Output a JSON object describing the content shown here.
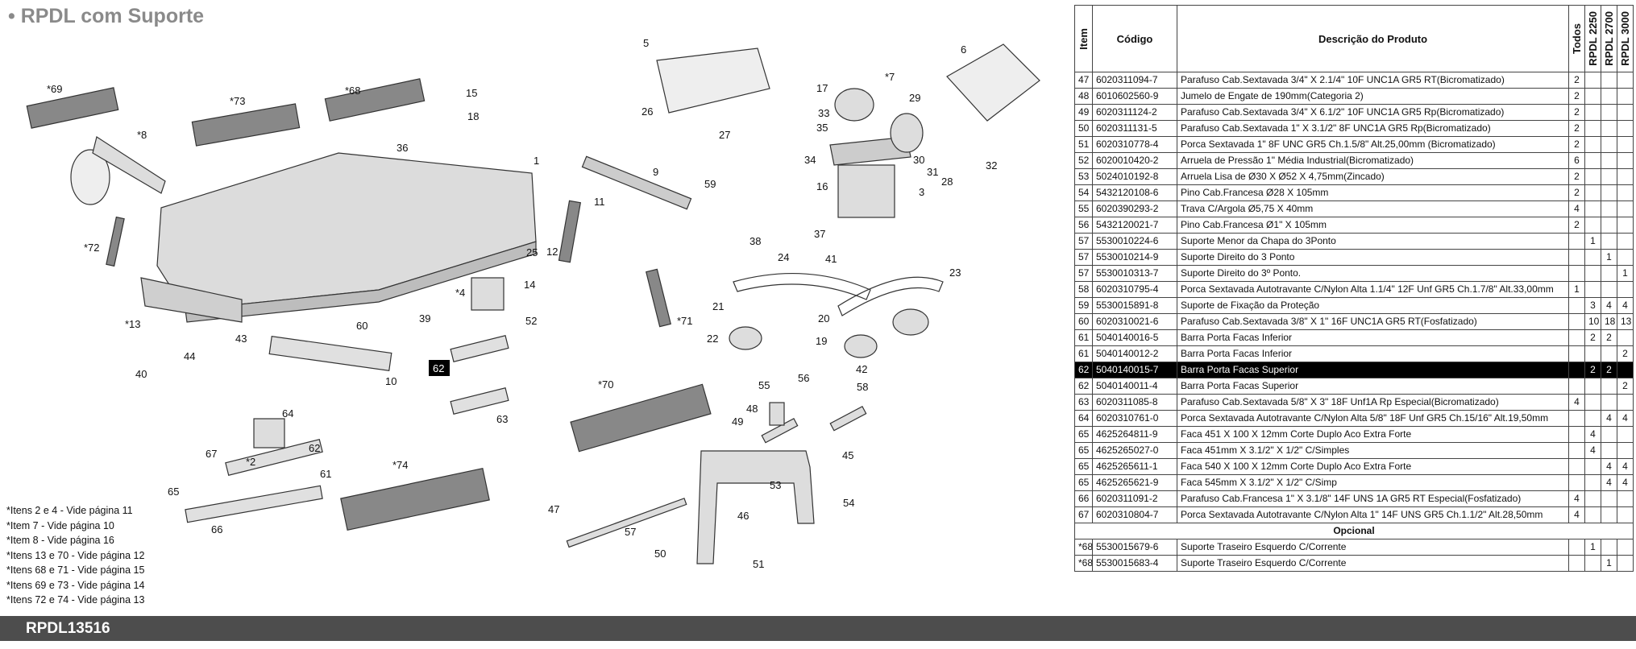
{
  "title": "• RPDL com Suporte",
  "footer_code": "RPDL13516",
  "notes": [
    "*Itens 2 e 4 - Vide página 11",
    "*Item 7 - Vide página 10",
    "*Item 8 - Vide página 16",
    "*Itens 13 e 70 - Vide página 12",
    "*Itens 68 e 71 - Vide página 15",
    "*Itens 69 e 73 - Vide página 14",
    "*Itens 72 e 74 - Vide página 13"
  ],
  "table": {
    "headers": {
      "item": "Item",
      "code": "Código",
      "desc": "Descrição do Produto",
      "c1": "Todos",
      "c2": "RPDL 2250",
      "c3": "RPDL 2700",
      "c4": "RPDL 3000"
    },
    "rows": [
      {
        "item": "47",
        "code": "6020311094-7",
        "desc": "Parafuso Cab.Sextavada 3/4\" X 2.1/4\" 10F UNC1A GR5 RT(Bicromatizado)",
        "q": [
          "2",
          "",
          "",
          ""
        ]
      },
      {
        "item": "48",
        "code": "6010602560-9",
        "desc": "Jumelo de Engate de 190mm(Categoria 2)",
        "q": [
          "2",
          "",
          "",
          ""
        ]
      },
      {
        "item": "49",
        "code": "6020311124-2",
        "desc": "Parafuso Cab.Sextavada 3/4\" X 6.1/2\" 10F UNC1A GR5 Rp(Bicromatizado)",
        "q": [
          "2",
          "",
          "",
          ""
        ]
      },
      {
        "item": "50",
        "code": "6020311131-5",
        "desc": "Parafuso Cab.Sextavada 1\" X 3.1/2\" 8F UNC1A GR5 Rp(Bicromatizado)",
        "q": [
          "2",
          "",
          "",
          ""
        ]
      },
      {
        "item": "51",
        "code": "6020310778-4",
        "desc": "Porca Sextavada 1\" 8F UNC GR5 Ch.1.5/8\" Alt.25,00mm (Bicromatizado)",
        "q": [
          "2",
          "",
          "",
          ""
        ]
      },
      {
        "item": "52",
        "code": "6020010420-2",
        "desc": "Arruela de Pressão 1\" Média Industrial(Bicromatizado)",
        "q": [
          "6",
          "",
          "",
          ""
        ]
      },
      {
        "item": "53",
        "code": "5024010192-8",
        "desc": "Arruela Lisa de Ø30 X Ø52 X 4,75mm(Zincado)",
        "q": [
          "2",
          "",
          "",
          ""
        ]
      },
      {
        "item": "54",
        "code": "5432120108-6",
        "desc": "Pino Cab.Francesa Ø28 X 105mm",
        "q": [
          "2",
          "",
          "",
          ""
        ]
      },
      {
        "item": "55",
        "code": "6020390293-2",
        "desc": "Trava C/Argola Ø5,75 X 40mm",
        "q": [
          "4",
          "",
          "",
          ""
        ]
      },
      {
        "item": "56",
        "code": "5432120021-7",
        "desc": "Pino Cab.Francesa Ø1\" X 105mm",
        "q": [
          "2",
          "",
          "",
          ""
        ]
      },
      {
        "item": "57",
        "code": "5530010224-6",
        "desc": "Suporte Menor da Chapa do 3Ponto",
        "q": [
          "",
          "1",
          "",
          ""
        ]
      },
      {
        "item": "57",
        "code": "5530010214-9",
        "desc": "Suporte Direito do 3 Ponto",
        "q": [
          "",
          "",
          "1",
          ""
        ]
      },
      {
        "item": "57",
        "code": "5530010313-7",
        "desc": "Suporte Direito do 3º Ponto.",
        "q": [
          "",
          "",
          "",
          "1"
        ]
      },
      {
        "item": "58",
        "code": "6020310795-4",
        "desc": "Porca Sextavada Autotravante C/Nylon Alta 1.1/4\" 12F Unf GR5 Ch.1.7/8\" Alt.33,00mm",
        "q": [
          "1",
          "",
          "",
          ""
        ]
      },
      {
        "item": "59",
        "code": "5530015891-8",
        "desc": "Suporte de Fixação da Proteção",
        "q": [
          "",
          "3",
          "4",
          "4"
        ]
      },
      {
        "item": "60",
        "code": "6020310021-6",
        "desc": "Parafuso Cab.Sextavada 3/8\" X 1\" 16F UNC1A GR5 RT(Fosfatizado)",
        "q": [
          "",
          "10",
          "18",
          "13"
        ]
      },
      {
        "item": "61",
        "code": "5040140016-5",
        "desc": "Barra Porta Facas Inferior",
        "q": [
          "",
          "2",
          "2",
          ""
        ]
      },
      {
        "item": "61",
        "code": "5040140012-2",
        "desc": "Barra Porta Facas Inferior",
        "q": [
          "",
          "",
          "",
          "2"
        ]
      },
      {
        "item": "62",
        "code": "5040140015-7",
        "desc": "Barra Porta Facas Superior",
        "q": [
          "",
          "2",
          "2",
          ""
        ],
        "hl": true
      },
      {
        "item": "62",
        "code": "5040140011-4",
        "desc": "Barra Porta Facas Superior",
        "q": [
          "",
          "",
          "",
          "2"
        ]
      },
      {
        "item": "63",
        "code": "6020311085-8",
        "desc": "Parafuso Cab.Sextavada 5/8\" X 3\" 18F Unf1A Rp Especial(Bicromatizado)",
        "q": [
          "4",
          "",
          "",
          ""
        ]
      },
      {
        "item": "64",
        "code": "6020310761-0",
        "desc": "Porca Sextavada Autotravante C/Nylon Alta 5/8\" 18F Unf GR5 Ch.15/16\" Alt.19,50mm",
        "q": [
          "",
          "",
          "4",
          "4"
        ]
      },
      {
        "item": "65",
        "code": "4625264811-9",
        "desc": "Faca 451 X 100 X 12mm Corte Duplo Aco Extra Forte",
        "q": [
          "",
          "4",
          "",
          ""
        ]
      },
      {
        "item": "65",
        "code": "4625265027-0",
        "desc": "Faca 451mm X 3.1/2\" X 1/2\" C/Simples",
        "q": [
          "",
          "4",
          "",
          ""
        ]
      },
      {
        "item": "65",
        "code": "4625265611-1",
        "desc": "Faca 540 X 100 X 12mm Corte Duplo Aco Extra Forte",
        "q": [
          "",
          "",
          "4",
          "4"
        ]
      },
      {
        "item": "65",
        "code": "4625265621-9",
        "desc": "Faca 545mm X 3.1/2\" X 1/2\" C/Simp",
        "q": [
          "",
          "",
          "4",
          "4"
        ]
      },
      {
        "item": "66",
        "code": "6020311091-2",
        "desc": "Parafuso Cab.Francesa 1\" X 3.1/8\" 14F UNS 1A GR5 RT Especial(Fosfatizado)",
        "q": [
          "4",
          "",
          "",
          ""
        ]
      },
      {
        "item": "67",
        "code": "6020310804-7",
        "desc": "Porca Sextavada Autotravante C/Nylon Alta 1\" 14F UNS GR5 Ch.1.1/2\" Alt.28,50mm",
        "q": [
          "4",
          "",
          "",
          ""
        ]
      },
      {
        "section": "Opcional"
      },
      {
        "item": "*68",
        "code": "5530015679-6",
        "desc": "Suporte Traseiro Esquerdo C/Corrente",
        "q": [
          "",
          "1",
          "",
          ""
        ]
      },
      {
        "item": "*68",
        "code": "5530015683-4",
        "desc": "Suporte Traseiro Esquerdo C/Corrente",
        "q": [
          "",
          "",
          "1",
          ""
        ]
      }
    ]
  },
  "callouts": [
    "*69",
    "*73",
    "*68",
    "*8",
    "*72",
    "*13",
    "*4",
    "*2",
    "*74",
    "*70",
    "*71",
    "*7",
    "1",
    "3",
    "5",
    "6",
    "9",
    "10",
    "11",
    "12",
    "14",
    "15",
    "16",
    "17",
    "18",
    "19",
    "20",
    "21",
    "22",
    "23",
    "24",
    "25",
    "26",
    "27",
    "28",
    "29",
    "30",
    "31",
    "32",
    "33",
    "34",
    "35",
    "36",
    "37",
    "38",
    "39",
    "40",
    "41",
    "42",
    "43",
    "44",
    "45",
    "46",
    "47",
    "48",
    "49",
    "50",
    "51",
    "52",
    "53",
    "54",
    "55",
    "56",
    "57",
    "58",
    "59",
    "60",
    "61",
    "62",
    "63",
    "64",
    "65",
    "66",
    "67"
  ]
}
